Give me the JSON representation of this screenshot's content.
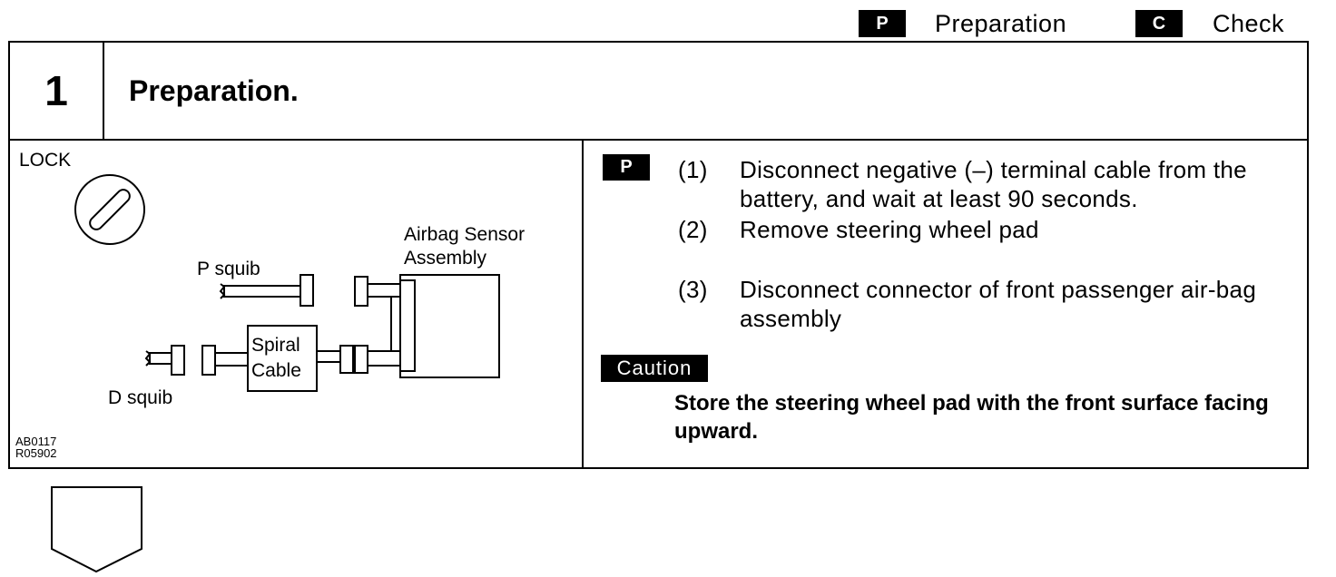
{
  "legend": {
    "prep_badge": "P",
    "prep_label": "Preparation",
    "check_badge": "C",
    "check_label": "Check"
  },
  "step": {
    "number": "1",
    "title": "Preparation."
  },
  "figure": {
    "lock_label": "LOCK",
    "p_squib": "P squib",
    "d_squib": "D squib",
    "sensor_label_line1": "Airbag Sensor",
    "sensor_label_line2": "Assembly",
    "spiral_line1": "Spiral",
    "spiral_line2": "Cable",
    "code1": "AB0117",
    "code2": "R05902"
  },
  "instructions": {
    "badge": "P",
    "items": [
      {
        "num": "(1)",
        "text": "Disconnect negative (–) terminal cable from the battery, and wait at least 90 seconds."
      },
      {
        "num": "(2)",
        "text": "Remove steering wheel pad"
      },
      {
        "num": "(3)",
        "text": "Disconnect connector of front passenger air-bag assembly"
      }
    ],
    "caution_label": "Caution",
    "caution_text": "Store the steering wheel pad with the front surface facing upward."
  }
}
